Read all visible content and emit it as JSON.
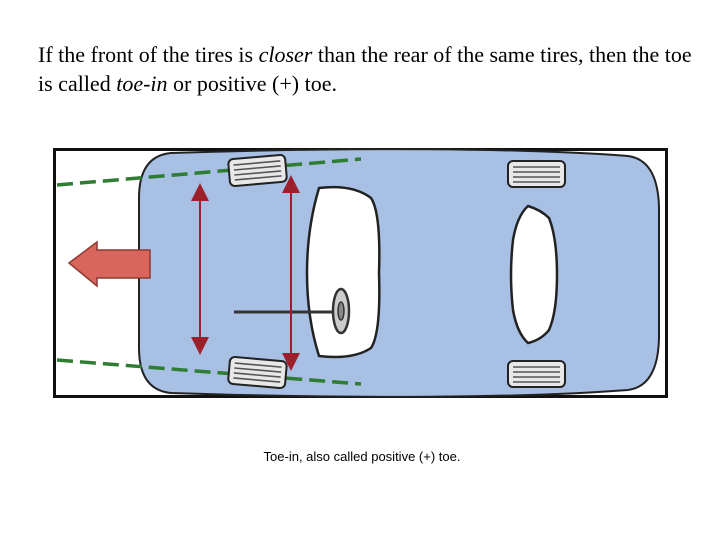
{
  "heading": {
    "part1": "If the front of the tires is ",
    "emphasis1": "closer",
    "part2": " than the rear of the same tires, then the toe is called ",
    "emphasis2": "toe-in",
    "part3": " or positive (+) toe."
  },
  "figure": {
    "caption": "Toe-in, also called positive (+) toe.",
    "icons": [
      "car-body",
      "tire",
      "windshield",
      "rear-window",
      "steering-wheel",
      "direction-arrow",
      "toe-line",
      "measurement-arrow"
    ]
  },
  "colors": {
    "body": "#a8c0e4",
    "outline": "#222222",
    "tire": "#e8e8e8",
    "toe_line": "#2e7d32",
    "measurement": "#9e1f2c",
    "direction_arrow": "#d8665c"
  }
}
